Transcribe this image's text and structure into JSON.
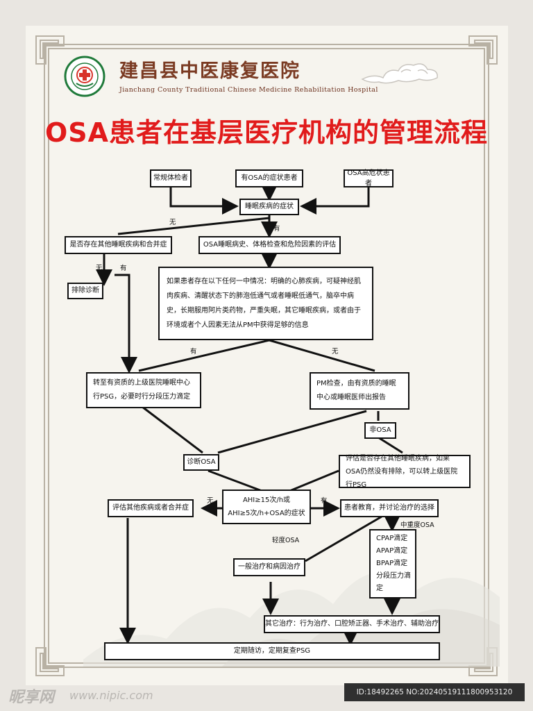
{
  "header": {
    "hospital_name": "建昌县中医康复医院",
    "hospital_name_en": "Jianchang County Traditional Chinese Medicine Rehabilitation Hospital"
  },
  "title": "OSA患者在基层医疗机构的管理流程",
  "flow": {
    "routine": "常规体检者",
    "symptom_patients": "有OSA的症状患者",
    "high_risk": "OSA高危状患者",
    "sleep_symptoms": "睡眠疾病的症状",
    "label_none_1": "无",
    "label_yes_1": "有",
    "other_sleep_check": "是否存在其他睡眠疾病和合并症",
    "osa_assessment": "OSA睡眠病史、体格检查和危险因素的评估",
    "label_none_2": "无",
    "label_yes_2": "有",
    "exclude": "排除诊断",
    "conditions": "如果患者存在以下任何一中情况：明确的心肺疾病，可疑神经肌肉疾病、清醒状态下的肺泡低通气或者睡眠低通气，脑卒中病史，长期服用阿片类药物，严重失眠，其它睡眠疾病，或者由于环境或者个人因素无法从PM中获得足够的信息",
    "label_yes_3": "有",
    "label_none_3": "无",
    "transfer_psg": "转至有资质的上级医院睡眠中心行PSG，必要时行分段压力滴定",
    "pm_check": "PM检查，由有资质的睡眠中心或睡眠医师出报告",
    "non_osa": "非OSA",
    "diagnose_osa": "诊断OSA",
    "evaluate_other": "评估是否存在其他睡眠疾病，如果OSA仍然没有排除，可以转上级医院行PSG",
    "ahi_line1": "AHI≥15次/h或",
    "ahi_line2": "AHI≥5次/h+OSA的症状",
    "label_none_4": "无",
    "label_yes_4": "有",
    "evaluate_comorbid": "评估其他疾病或者合并症",
    "education": "患者教育，并讨论治疗的选择",
    "moderate_severe": "中重度OSA",
    "mild": "轻度OSA",
    "general_treatment": "一般治疗和病因治疗",
    "titrations": [
      "CPAP滴定",
      "APAP滴定",
      "BPAP滴定",
      "分段压力滴定"
    ],
    "other_treatments": "其它治疗：行为治疗、口腔矫正器、手术治疗、辅助治疗",
    "followup": "定期随访，定期复查PSG"
  },
  "footer": {
    "watermark": "昵享网",
    "watermark_url": "www.nipic.com",
    "id_text": "ID:18492265 NO:20240519111800953120"
  },
  "colors": {
    "title_red": "#e11b1b",
    "header_brown": "#7a3a22",
    "frame": "#b8b1a4",
    "logo_green": "#1f7a3a"
  }
}
